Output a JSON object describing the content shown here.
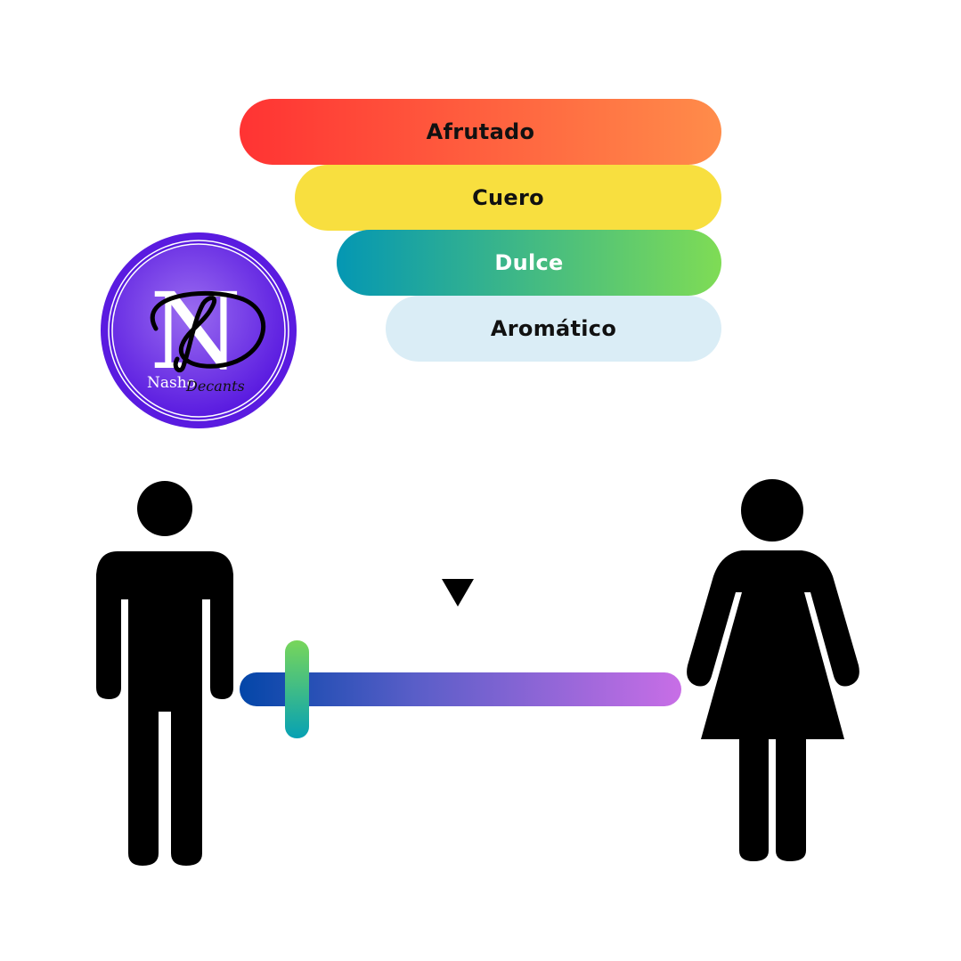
{
  "accords": [
    {
      "label": "Afrutado",
      "colors": [
        "#ff3333",
        "#ff8c4a"
      ]
    },
    {
      "label": "Cuero",
      "colors": [
        "#f8df3f"
      ]
    },
    {
      "label": "Dulce",
      "colors": [
        "#0497b3",
        "#7fdc55"
      ]
    },
    {
      "label": "Aromático",
      "colors": [
        "#daedf6"
      ]
    }
  ],
  "logo": {
    "first": "Nasho",
    "second": "Decants",
    "colors": [
      "#5a1be0",
      "#ffffff"
    ]
  },
  "gender_scale": {
    "left_icon": "male-icon",
    "right_icon": "female-icon",
    "marker_icon": "down-triangle-icon",
    "value": 0.12,
    "colors": [
      "#0346a8",
      "#c86ee6"
    ],
    "handle_colors": [
      "#78d65a",
      "#06a1b4"
    ]
  }
}
